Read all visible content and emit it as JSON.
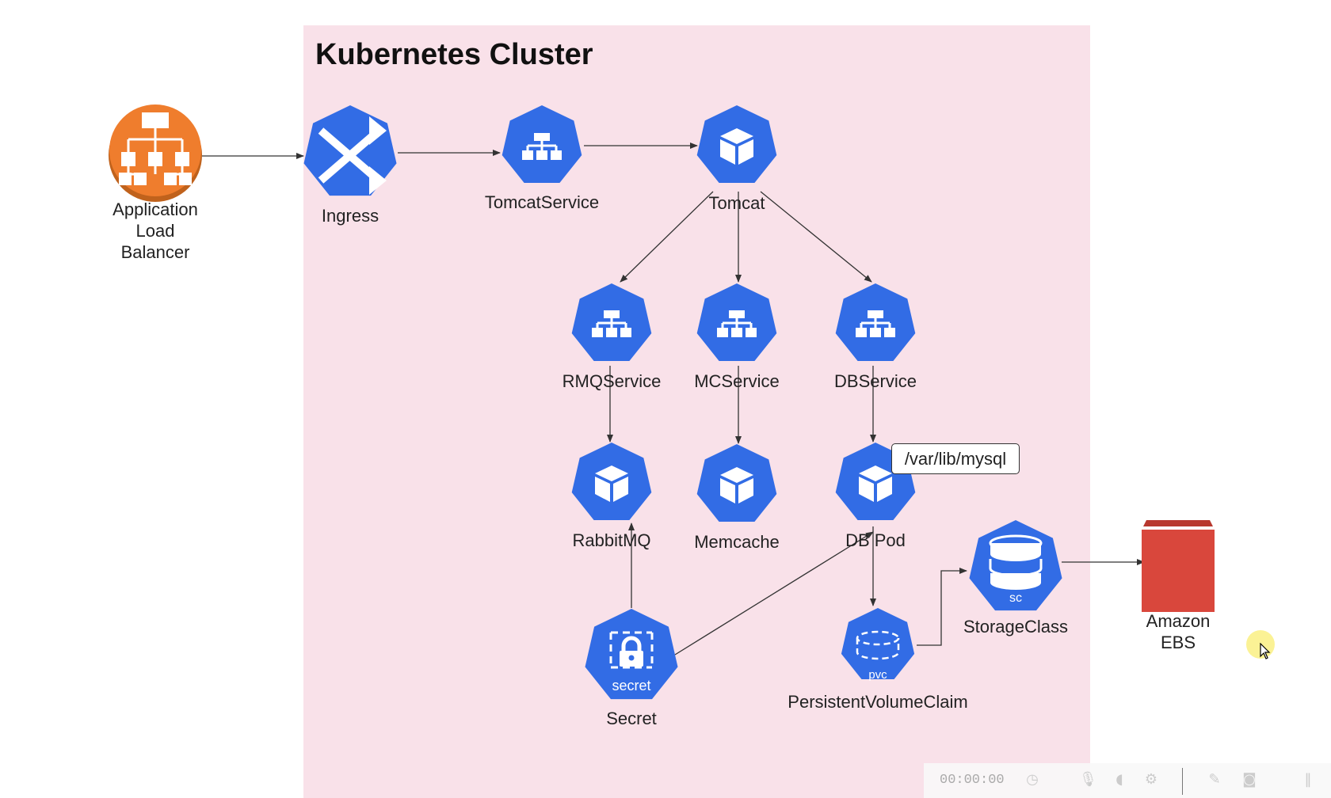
{
  "cluster": {
    "title": "Kubernetes Cluster"
  },
  "nodes": {
    "alb": {
      "label_lines": [
        "Application",
        "Load",
        "Balancer"
      ]
    },
    "ingress": {
      "label": "Ingress"
    },
    "tomcat_service": {
      "label": "TomcatService"
    },
    "tomcat": {
      "label": "Tomcat"
    },
    "rmq_service": {
      "label": "RMQService"
    },
    "mc_service": {
      "label": "MCService"
    },
    "db_service": {
      "label": "DBService"
    },
    "rabbitmq": {
      "label": "RabbitMQ"
    },
    "memcache": {
      "label": "Memcache"
    },
    "db_pod": {
      "label": "DB Pod"
    },
    "secret": {
      "label": "Secret",
      "badge": "secret"
    },
    "pvc": {
      "label": "PersistentVolumeClaim",
      "badge": "pvc"
    },
    "storage_class": {
      "label": "StorageClass",
      "badge": "sc"
    },
    "ebs": {
      "label_lines": [
        "Amazon",
        "EBS"
      ]
    }
  },
  "callout": {
    "text": "/var/lib/mysql"
  },
  "recorder": {
    "timer": "00:00:00"
  },
  "colors": {
    "k8s_blue": "#326ce5",
    "alb_orange": "#ef7d2d",
    "ebs_red": "#d9473c",
    "cluster_bg": "#f9e1e9"
  },
  "icons": [
    "shuffle-icon",
    "service-icon",
    "pod-cube-icon",
    "secret-lock-icon",
    "volume-icon",
    "storage-icon",
    "load-balancer-icon",
    "ebs-volume-icon"
  ]
}
